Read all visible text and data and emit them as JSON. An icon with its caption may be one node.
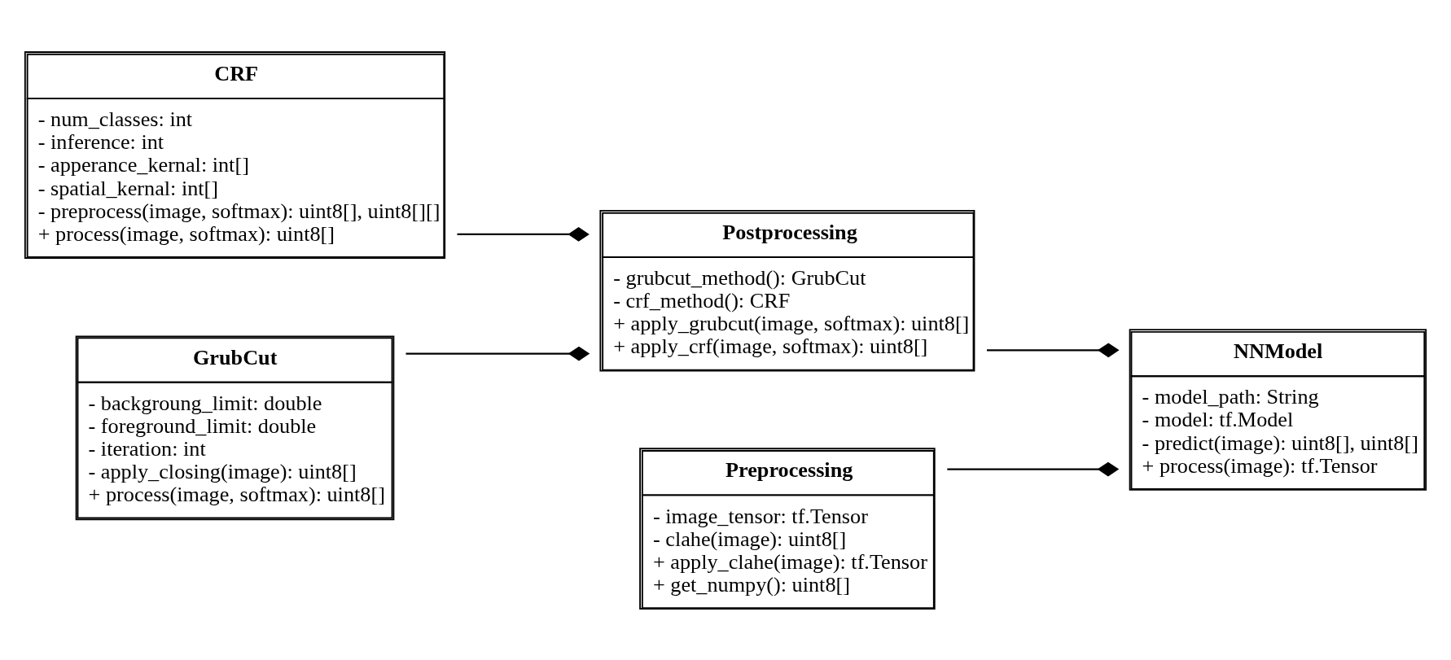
{
  "diagram": {
    "nodes": [
      {
        "text": [
          "CRF",
          "- num_classes: int",
          "- inference: int",
          "- apperance_kernal: int[]",
          "- spatial_kernal: int[]",
          "- preprocess(image, softmax): uint8[], uint8[][]",
          "+ process(image, softmax): uint8[]"
        ]
      },
      {
        "text": [
          "Postprocessing",
          "- grubcut_method(): GrubCut",
          "- crf_method(): CRF",
          "+ apply_grubcut(image, softmax): uint8[]",
          "+ apply_crf(image, softmax): uint8[]"
        ]
      },
      {
        "text": [
          "NNModel",
          "- model_path: String",
          "- model: tf.Model",
          "- predict(image): uint8[], uint8[]",
          "+ process(image): tf.Tensor"
        ]
      },
      {
        "text": [
          "GrubCut",
          "- backgroung_limit: double",
          "- foreground_limit: double",
          "- iteration: int",
          "- apply_closing(image): uint8[]",
          "+ process(image, softmax): uint8[]"
        ]
      },
      {
        "text": [
          "Preprocessing",
          "- image_tensor: tf.Tensor",
          "- clahe(image): uint8[]",
          "+ apply_clahe(image): tf.Tensor",
          "+ get_numpy(): uint8[]"
        ]
      }
    ],
    "edges": [
      {
        "from": 0,
        "to": 1,
        "arrow": "other"
      },
      {
        "from": 3,
        "to": 1,
        "arrow": "other"
      },
      {
        "from": 1,
        "to": 2,
        "arrow": "other"
      },
      {
        "from": 4,
        "to": 2,
        "arrow": "other"
      }
    ]
  }
}
